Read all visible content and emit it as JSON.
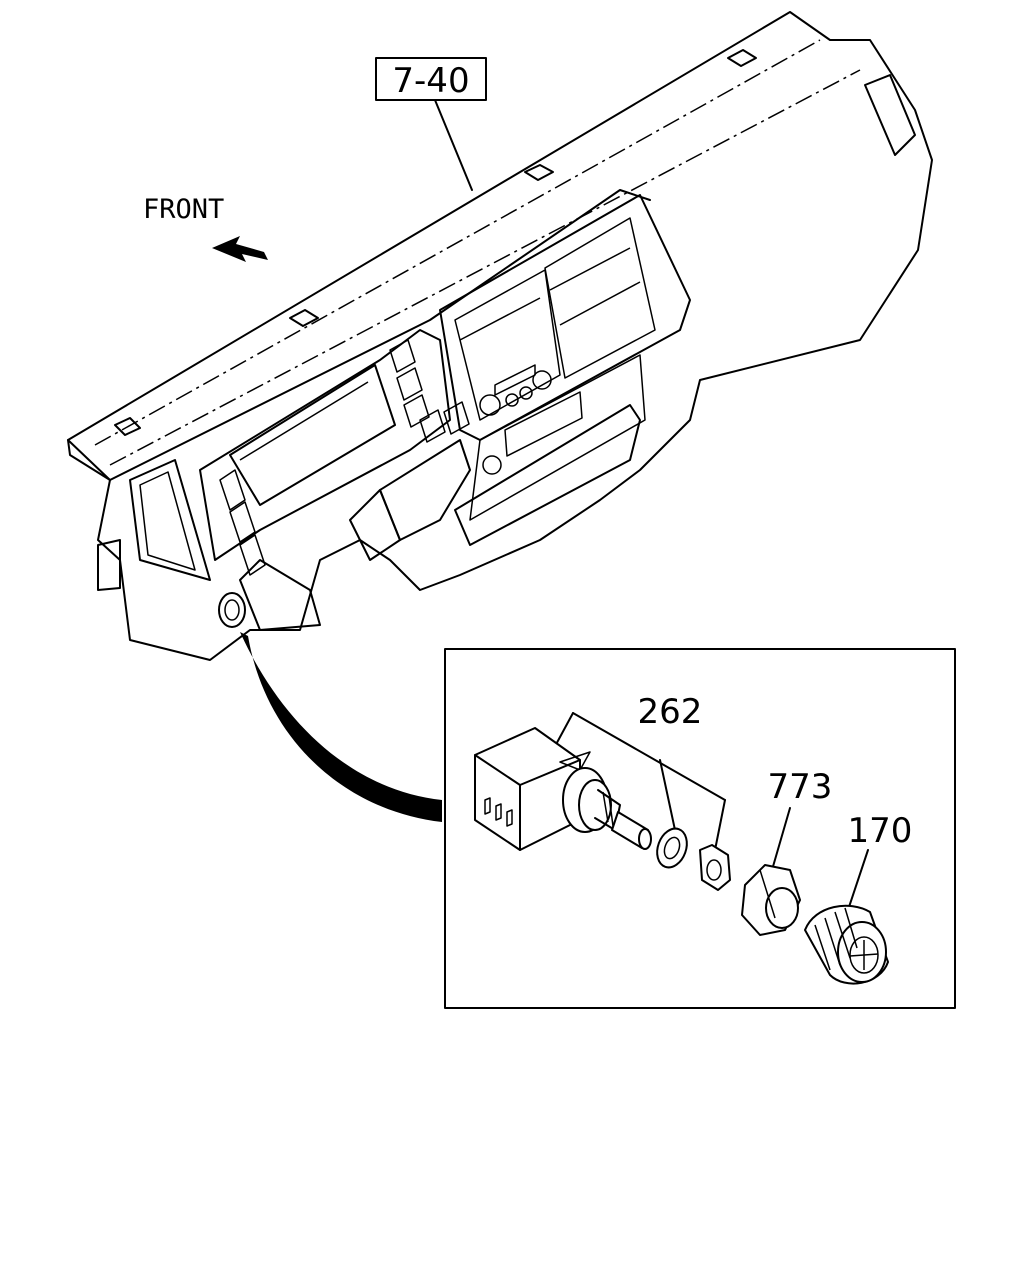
{
  "labels": {
    "ref_box": "7-40",
    "front": "FRONT",
    "part_switch": "262",
    "part_bezel": "773",
    "part_knob": "170"
  },
  "colors": {
    "ink": "#000000",
    "paper": "#ffffff"
  }
}
